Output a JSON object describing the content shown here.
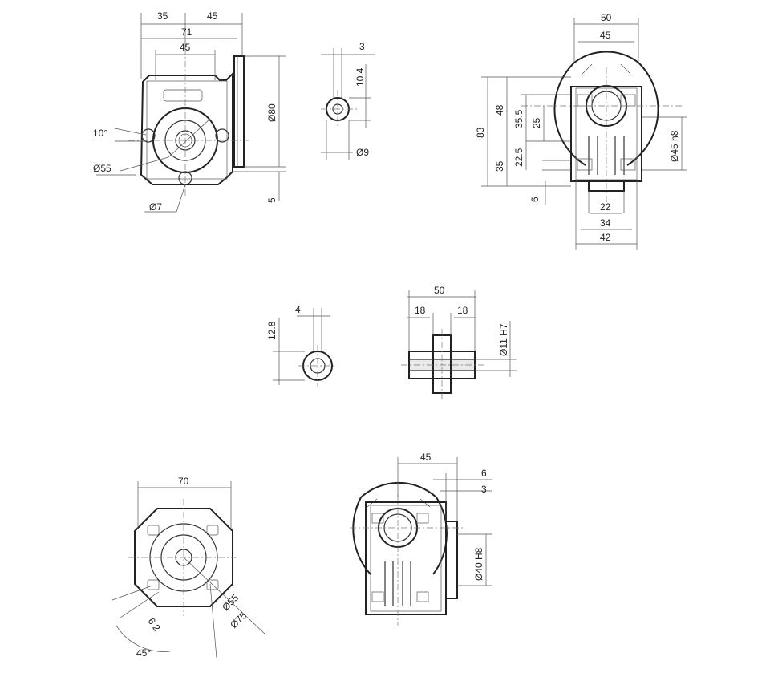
{
  "drawing": {
    "view_front": {
      "d35": "35",
      "d45": "45",
      "d71": "71",
      "d45b": "45",
      "d80": "Ø80",
      "d5": "5",
      "d10": "10°",
      "d55": "Ø55",
      "d7": "Ø7"
    },
    "view_shaft_in": {
      "d3": "3",
      "d104": "10.4",
      "d9": "Ø9"
    },
    "view_side": {
      "d50": "50",
      "d45": "45",
      "d83": "83",
      "d48": "48",
      "d355": "35.5",
      "d25": "25",
      "d225": "22.5",
      "d35": "35",
      "d6": "6",
      "d22": "22",
      "d34": "34",
      "d42": "42",
      "d45h8": "Ø45 h8"
    },
    "view_shaft_out": {
      "d4": "4",
      "d128": "12.8"
    },
    "view_hollow_shaft": {
      "d50": "50",
      "d18a": "18",
      "d18b": "18",
      "d11": "Ø11 H7"
    },
    "view_flange": {
      "d70": "70",
      "d55": "Ø55",
      "d75": "Ø75",
      "d62": "6.2",
      "d45deg": "45°"
    },
    "view_flange_side": {
      "d45": "45",
      "d6": "6",
      "d3": "3",
      "d40": "Ø40 H8"
    }
  }
}
